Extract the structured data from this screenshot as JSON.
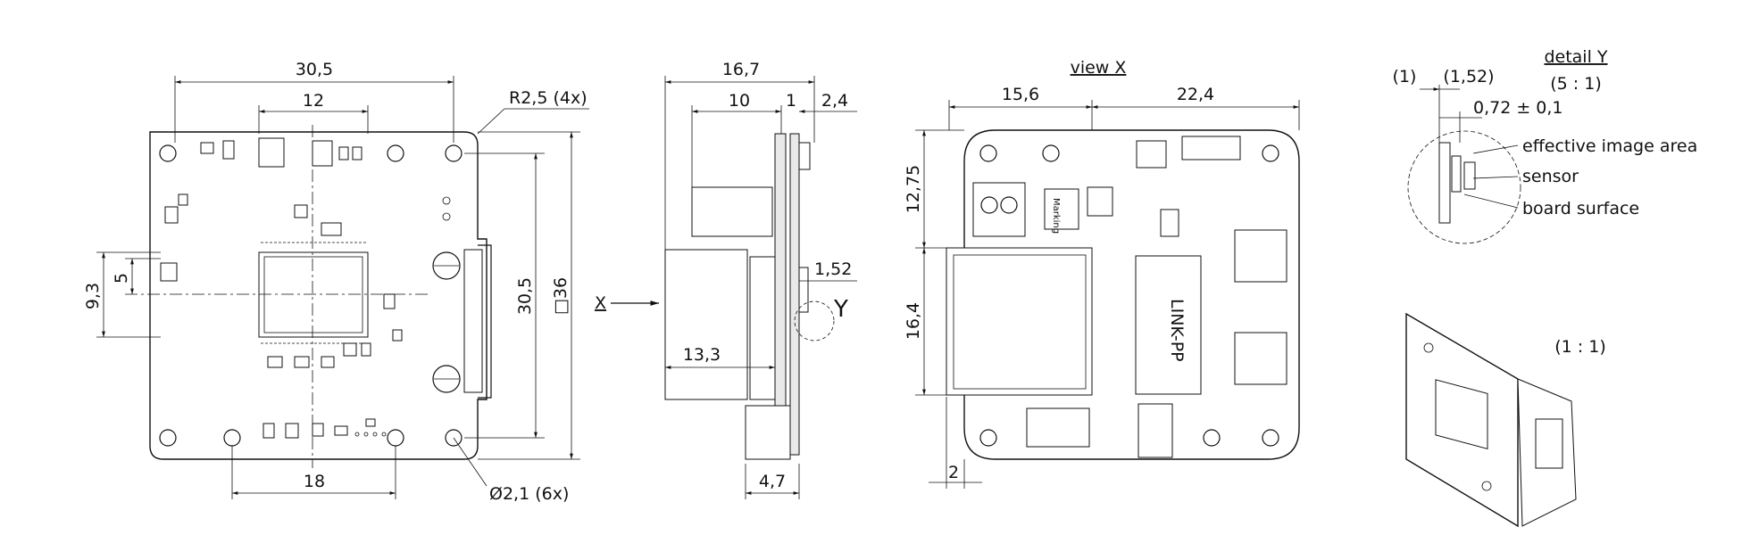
{
  "front": {
    "width": "30,5",
    "hole_spacing_top": "12",
    "radius_note": "R2,5 (4x)",
    "vert_9_3": "9,3",
    "vert_5": "5",
    "hole_pitch": "30,5",
    "outline": "□36",
    "hole_spacing_bottom": "18",
    "hole_note": "Ø2,1 (6x)"
  },
  "side": {
    "total_depth": "16,7",
    "depth_10": "10",
    "depth_1": "1",
    "depth_2_4": "2,4",
    "depth_1_52": "1,52",
    "depth_13_3": "13,3",
    "depth_4_7": "4,7",
    "view_arrow_label": "X",
    "detail_ref": "Y"
  },
  "viewx": {
    "title": "view X",
    "width_left": "15,6",
    "width_right": "22,4",
    "height_top": "12,75",
    "height_mid": "16,4",
    "edge": "2",
    "chip_label": "LINK-PP",
    "logo_label": "Marking"
  },
  "detail": {
    "title": "detail Y",
    "scale": "(5 : 1)",
    "dim_1": "(1)",
    "dim_1_52": "(1,52)",
    "tolerance": "0,72 ± 0,1",
    "label_area": "effective image area",
    "label_sensor": "sensor",
    "label_board": "board surface"
  },
  "iso": {
    "scale": "(1 : 1)"
  }
}
